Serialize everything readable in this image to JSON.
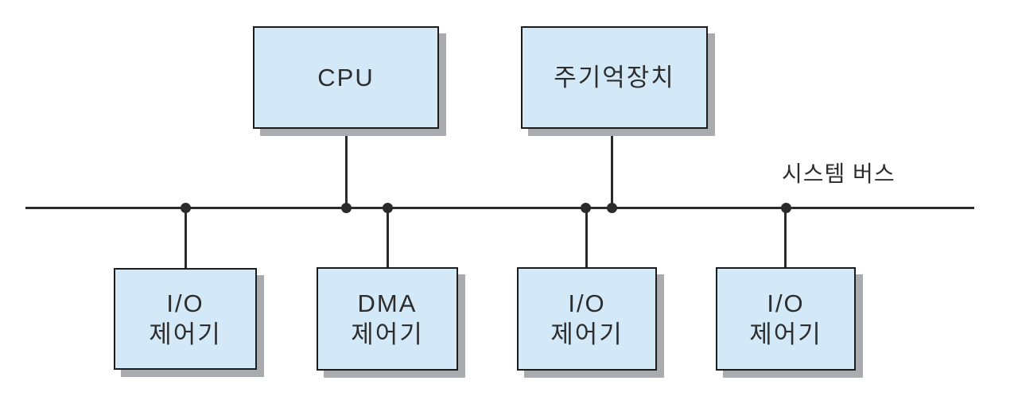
{
  "diagram": {
    "bus_label": "시스템 버스",
    "nodes": {
      "cpu": {
        "label": "CPU"
      },
      "main_memory": {
        "label": "주기억장치"
      },
      "io_controller_1": {
        "line1": "I/O",
        "line2": "제어기"
      },
      "dma_controller": {
        "line1": "DMA",
        "line2": "제어기"
      },
      "io_controller_2": {
        "line1": "I/O",
        "line2": "제어기"
      },
      "io_controller_3": {
        "line1": "I/O",
        "line2": "제어기"
      }
    },
    "colors": {
      "box_fill": "#d4e9f7",
      "box_border": "#1c1c1c",
      "shadow": "#a9abae",
      "line": "#2b2b2b",
      "text": "#2d2d2d",
      "background": "#ffffff"
    }
  }
}
